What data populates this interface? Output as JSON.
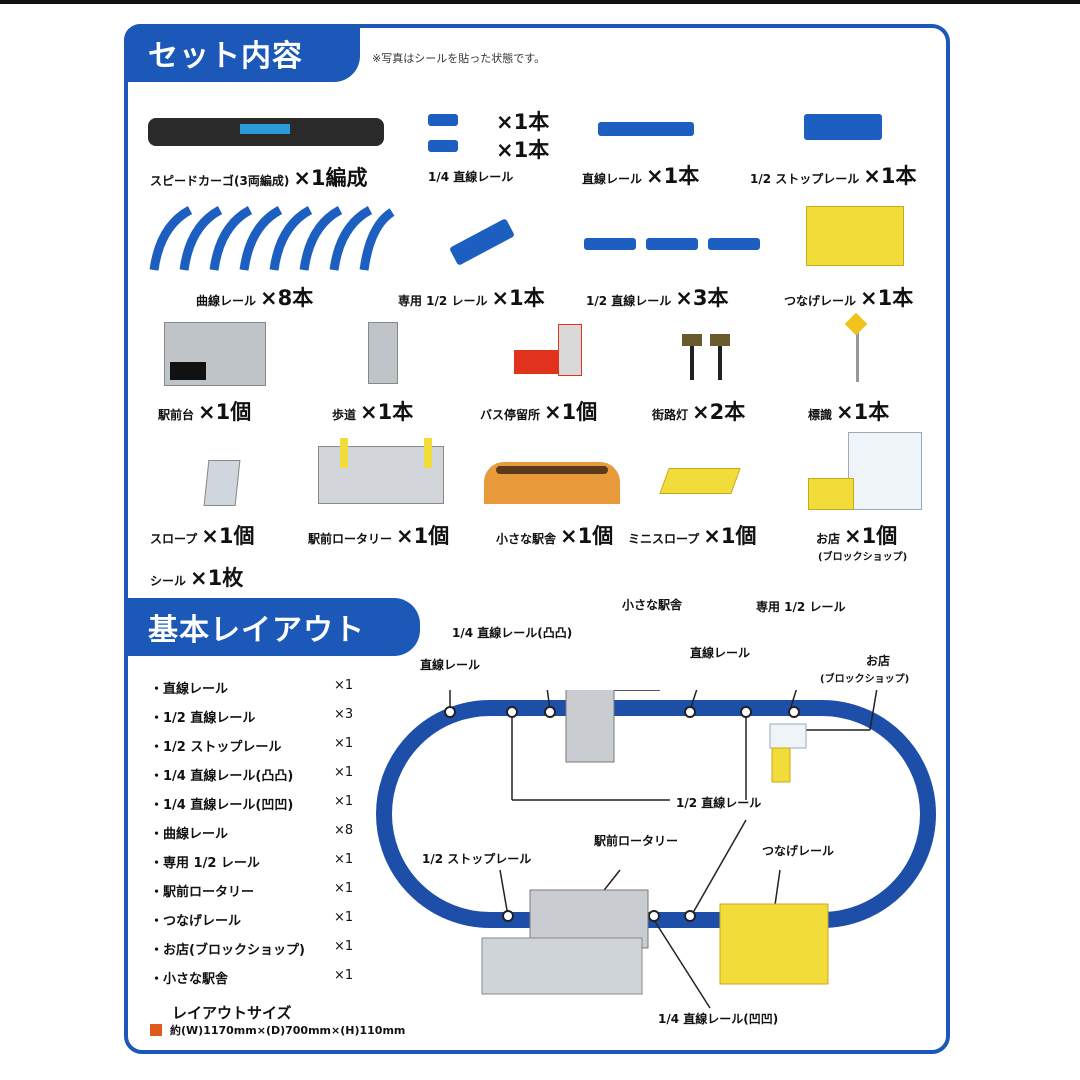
{
  "set_tab": "セット内容",
  "note": "※写真はシールを貼った状態です。",
  "contents": [
    {
      "label": "スピードカーゴ(3両編成)",
      "qty": "×1編成"
    },
    {
      "label": "1/4 直線レール",
      "qty": "×1本",
      "qty2": "×1本"
    },
    {
      "label": "直線レール",
      "qty": "×1本"
    },
    {
      "label": "1/2 ストップレール",
      "qty": "×1本"
    },
    {
      "label": "曲線レール",
      "qty": "×8本"
    },
    {
      "label": "専用 1/2 レール",
      "qty": "×1本"
    },
    {
      "label": "1/2 直線レール",
      "qty": "×3本"
    },
    {
      "label": "つなげレール",
      "qty": "×1本"
    },
    {
      "label": "駅前台",
      "qty": "×1個"
    },
    {
      "label": "歩道",
      "qty": "×1本"
    },
    {
      "label": "バス停留所",
      "qty": "×1個"
    },
    {
      "label": "街路灯",
      "qty": "×2本"
    },
    {
      "label": "標識",
      "qty": "×1本"
    },
    {
      "label": "スロープ",
      "qty": "×1個"
    },
    {
      "label": "駅前ロータリー",
      "qty": "×1個"
    },
    {
      "label": "小さな駅舎",
      "qty": "×1個"
    },
    {
      "label": "ミニスロープ",
      "qty": "×1個"
    },
    {
      "label": "お店",
      "qty": "×1個",
      "sub": "(ブロックショップ)"
    },
    {
      "label": "シール",
      "qty": "×1枚"
    }
  ],
  "layout_tab": "基本レイアウト",
  "layout_list": [
    {
      "label": "直線レール",
      "count": "×1"
    },
    {
      "label": "1/2 直線レール",
      "count": "×3"
    },
    {
      "label": "1/2 ストップレール",
      "count": "×1"
    },
    {
      "label": "1/4 直線レール(凸凸)",
      "count": "×1"
    },
    {
      "label": "1/4 直線レール(凹凹)",
      "count": "×1"
    },
    {
      "label": "曲線レール",
      "count": "×8"
    },
    {
      "label": "専用 1/2 レール",
      "count": "×1"
    },
    {
      "label": "駅前ロータリー",
      "count": "×1"
    },
    {
      "label": "つなげレール",
      "count": "×1"
    },
    {
      "label": "お店(ブロックショップ)",
      "count": "×1"
    },
    {
      "label": "小さな駅舎",
      "count": "×1"
    }
  ],
  "diagram_labels": {
    "small_station": "小さな駅舎",
    "senyo_half": "専用 1/2 レール",
    "quarter_convex": "1/4 直線レール(凸凸)",
    "straight_left": "直線レール",
    "straight_right": "直線レール",
    "shop": "お店",
    "shop_sub": "(ブロックショップ)",
    "half_straight": "1/2 直線レール",
    "rotary": "駅前ロータリー",
    "half_stop": "1/2 ストップレール",
    "tsunage": "つなげレール",
    "quarter_concave": "1/4 直線レール(凹凹)"
  },
  "size_heading": "レイアウトサイズ",
  "size_value": "約(W)1170mm×(D)700mm×(H)110mm",
  "colors": {
    "brand_blue": "#1b58b8",
    "rail_blue": "#1d5fc0",
    "yellow": "#f1dc3a",
    "size_marker": "#e05a1c"
  }
}
